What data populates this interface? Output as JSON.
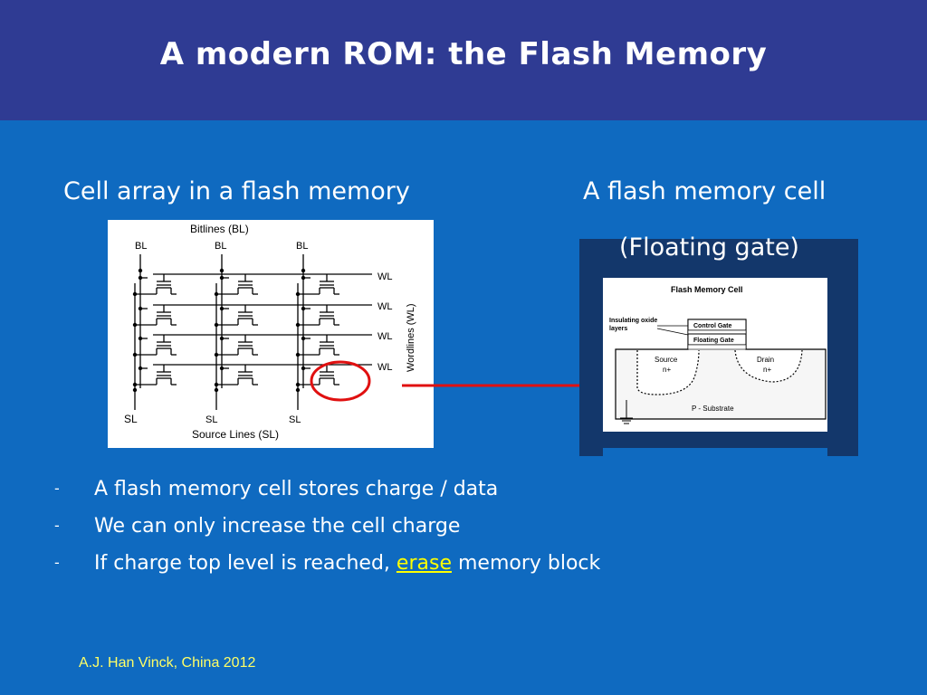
{
  "slide": {
    "title": "A modern ROM: the Flash Memory",
    "left_heading": "Cell array in a flash memory",
    "right_heading_line1": "A flash memory cell",
    "right_heading_line2": "(Floating gate)",
    "bullets": [
      {
        "marker": "-",
        "text": "A flash memory cell stores charge / data"
      },
      {
        "marker": "-",
        "text": "We can only increase the cell charge"
      },
      {
        "marker": "-",
        "text_before": "If charge top level is reached, ",
        "highlight": "erase",
        "text_after": " memory block"
      }
    ],
    "footer": "A.J. Han Vinck, China 2012"
  },
  "cell_array_diagram": {
    "bitlines_label": "Bitlines  (BL)",
    "bl_labels": [
      "BL",
      "BL",
      "BL"
    ],
    "wl_labels": [
      "WL",
      "WL",
      "WL",
      "WL"
    ],
    "wordlines_label": "Wordlines  (WL)",
    "sl_labels": [
      "SL",
      "SL",
      "SL"
    ],
    "source_lines_label": "Source Lines (SL)"
  },
  "cell_diagram": {
    "title": "Flash Memory Cell",
    "insulating_label_line1": "Insulating oxide",
    "insulating_label_line2": "layers",
    "control_gate": "Control Gate",
    "floating_gate": "Floating Gate",
    "source_label": "Source",
    "drain_label": "Drain",
    "source_doping": "n+",
    "drain_doping": "n+",
    "substrate": "P - Substrate"
  },
  "colors": {
    "background": "#0f6ac0",
    "header": "#2f3b93",
    "frame": "#13376b",
    "highlight": "#ffff00",
    "footer": "#ffff66",
    "annotation": "#e01010"
  }
}
